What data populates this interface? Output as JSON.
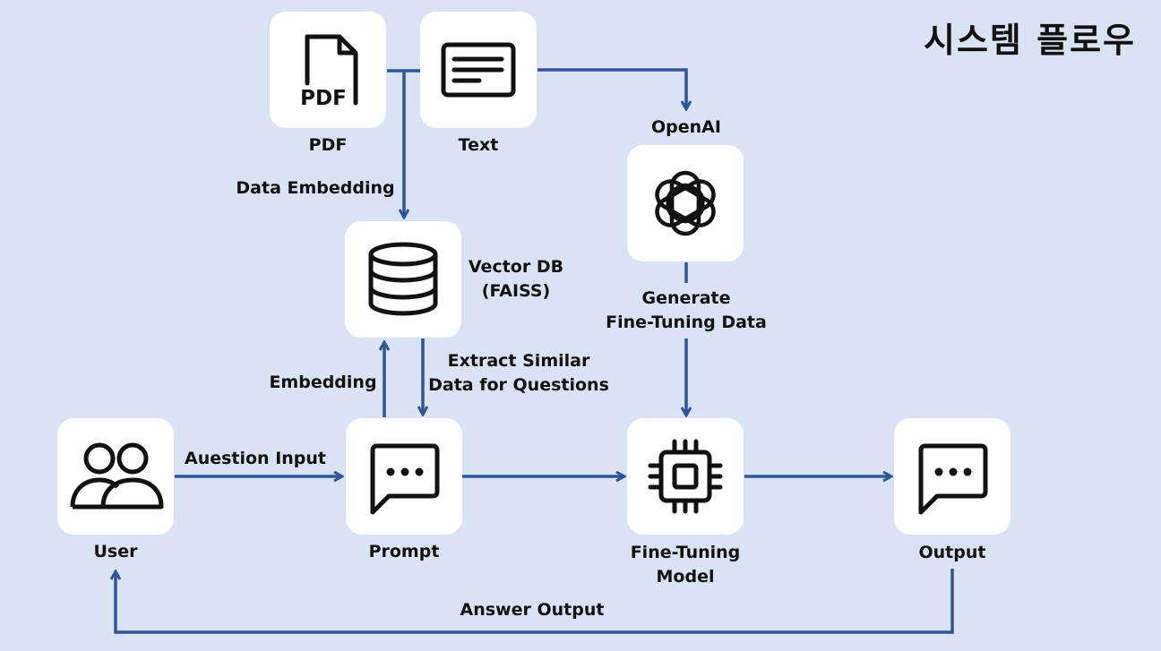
{
  "title": "시스템 플로우",
  "nodes": {
    "pdf": {
      "label": "PDF",
      "icon": "pdf-file-icon",
      "icon_text": "PDF"
    },
    "text": {
      "label": "Text",
      "icon": "text-document-icon"
    },
    "openai": {
      "label": "OpenAI",
      "icon": "openai-logo-icon"
    },
    "vector_db": {
      "label": "Vector DB\n(FAISS)",
      "icon": "database-icon"
    },
    "user": {
      "label": "User",
      "icon": "users-icon"
    },
    "prompt": {
      "label": "Prompt",
      "icon": "chat-bubble-icon"
    },
    "fine_tuning_model": {
      "label": "Fine-Tuning\nModel",
      "icon": "cpu-chip-icon"
    },
    "output": {
      "label": "Output",
      "icon": "chat-bubble-icon"
    }
  },
  "edges": {
    "data_embedding": "Data Embedding",
    "embedding": "Embedding",
    "extract_similar": "Extract Similar\nData for Questions",
    "generate_ft_data": "Generate\nFine-Tuning Data",
    "question_input": "Auestion Input",
    "answer_output": "Answer Output"
  },
  "colors": {
    "background": "#dae3f3",
    "arrow": "#2f5597",
    "card": "#ffffff",
    "icon": "#111111"
  }
}
